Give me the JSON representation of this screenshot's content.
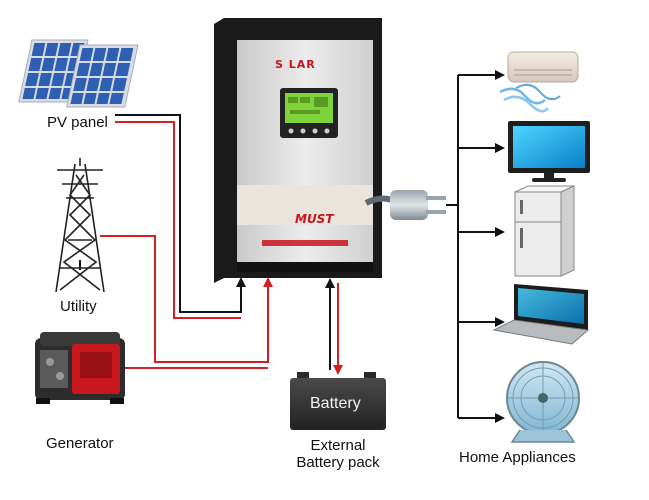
{
  "labels": {
    "pv_panel": "PV panel",
    "utility": "Utility",
    "generator": "Generator",
    "battery_box": "Battery",
    "external_line1": "External",
    "external_line2": "Battery pack",
    "home_appliances": "Home Appliances"
  },
  "inverter": {
    "logo": "S LAR",
    "brand": "MUST"
  },
  "colors": {
    "ac_wire": "#d42020",
    "dc_wire": "#111111",
    "inverter_body": "#d9d9d9",
    "inverter_side": "#1a1a1a",
    "battery": "#333333",
    "solar_cell": "#2f5fb3",
    "fridge": "#e8e8e8",
    "screen": "#10b0e8",
    "generator_red": "#c8181e"
  },
  "icons": [
    "solar-panel-icon",
    "power-tower-icon",
    "generator-icon",
    "inverter-icon",
    "battery-icon",
    "plug-icon",
    "air-conditioner-icon",
    "tv-icon",
    "fridge-icon",
    "laptop-icon",
    "fan-icon"
  ]
}
